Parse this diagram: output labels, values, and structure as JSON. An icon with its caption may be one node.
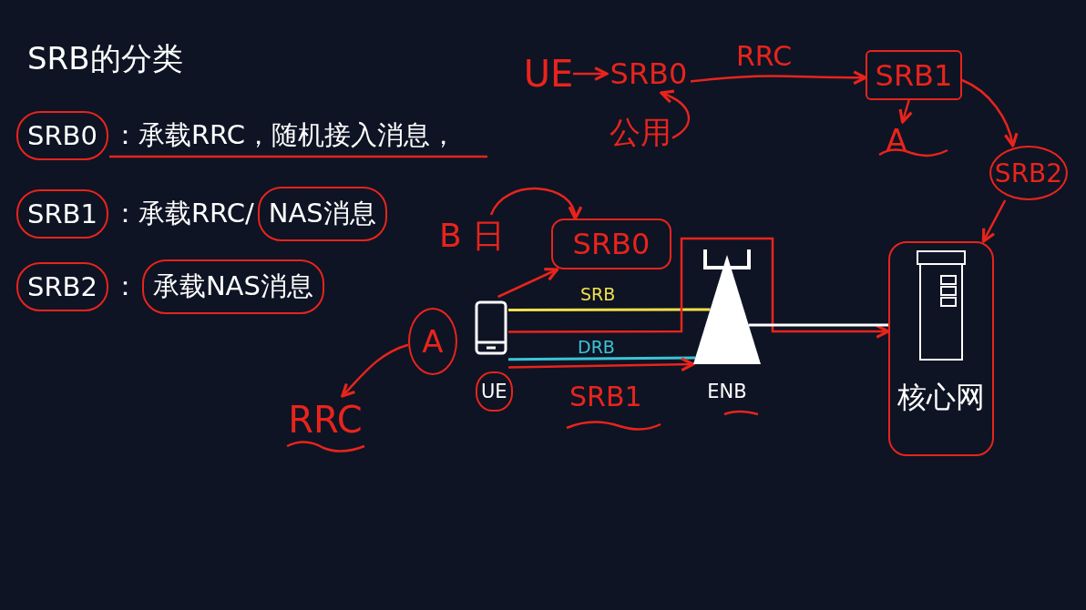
{
  "diagram": {
    "title": "SRB的分类",
    "nodes": [
      {
        "text": [
          "SRB0"
        ]
      },
      {
        "text": [
          "SRB1"
        ]
      },
      {
        "text": [
          "NAS消息"
        ]
      },
      {
        "text": [
          "SRB2"
        ]
      },
      {
        "text": [
          "承载NAS消息"
        ]
      },
      {
        "text": [
          "UE"
        ]
      },
      {
        "text": [
          "SRB0"
        ]
      },
      {
        "text": [
          "SRB1"
        ]
      },
      {
        "text": [
          "公用"
        ]
      },
      {
        "text": [
          "A"
        ]
      },
      {
        "text": [
          "SRB2"
        ]
      },
      {
        "text": [
          "B 日"
        ]
      },
      {
        "text": [
          "SRB0"
        ]
      },
      {
        "text": [
          "核心网"
        ]
      },
      {
        "text": [
          "A"
        ]
      },
      {
        "text": [],
        "shape": "phone",
        "beside": [
          "UE"
        ]
      },
      {
        "text": [],
        "shape": "tower",
        "beside": [
          "ENB"
        ]
      },
      {
        "text": [
          "RRC"
        ]
      }
    ],
    "edges": [
      {
        "from": 5,
        "to": 6,
        "arrow": "to"
      },
      {
        "from": 6,
        "to": 7,
        "arrow": "to",
        "label": "RRC"
      },
      {
        "from": 8,
        "to": 6,
        "arrow": "to"
      },
      {
        "from": 7,
        "to": 9,
        "arrow": "to"
      },
      {
        "from": 7,
        "to": 10,
        "arrow": "to"
      },
      {
        "from": 10,
        "to": 13,
        "arrow": "to"
      },
      {
        "from": 11,
        "to": 12,
        "arrow": "to"
      },
      {
        "from": 15,
        "to": 12,
        "arrow": "to"
      },
      {
        "from": 14,
        "to": 17,
        "arrow": "to"
      },
      {
        "from": 15,
        "to": 16,
        "arrow": "none",
        "label": "SRB",
        "color": "#f2e04a"
      },
      {
        "from": 15,
        "to": 16,
        "arrow": "none",
        "label": "DRB",
        "color": "#3cc4d6"
      },
      {
        "from": 15,
        "to": 16,
        "arrow": "to"
      },
      {
        "from": 15,
        "to": 13,
        "arrow": "to"
      },
      {
        "from": 16,
        "to": 13,
        "arrow": "none",
        "color": "#ffffff"
      }
    ],
    "labels": [
      "：承载RRC，随机接入消息，",
      "：承载RRC/",
      "：",
      "SRB1"
    ]
  }
}
